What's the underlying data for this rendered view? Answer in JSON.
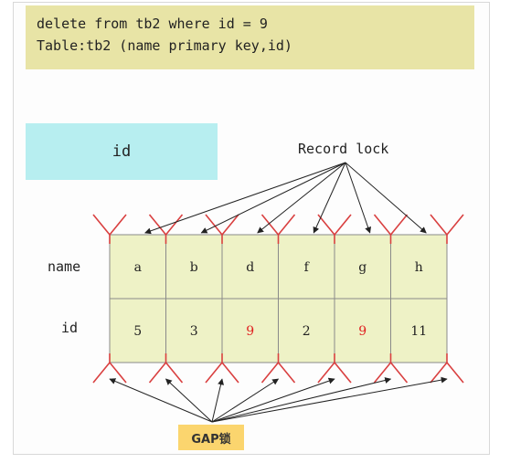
{
  "code": {
    "line1": "delete from tb2 where id = 9",
    "line2": "Table:tb2 (name primary key,id)"
  },
  "index_label": "id",
  "record_lock_label": "Record lock",
  "rows": {
    "name_label": "name",
    "id_label": "id"
  },
  "records": [
    {
      "name": "a",
      "id": "5",
      "highlight": false
    },
    {
      "name": "b",
      "id": "3",
      "highlight": false
    },
    {
      "name": "d",
      "id": "9",
      "highlight": true
    },
    {
      "name": "f",
      "id": "2",
      "highlight": false
    },
    {
      "name": "g",
      "id": "9",
      "highlight": true
    },
    {
      "name": "h",
      "id": "11",
      "highlight": false
    }
  ],
  "gap_label": "GAP锁",
  "colors": {
    "code_bg": "#e8e4a6",
    "index_bg": "#b7eef0",
    "cell_bg": "#eef2c6",
    "cell_border": "#8a8a8a",
    "highlight_text": "#e02020",
    "gap_marker": "#d94040",
    "gap_bg": "#fbd56e"
  }
}
